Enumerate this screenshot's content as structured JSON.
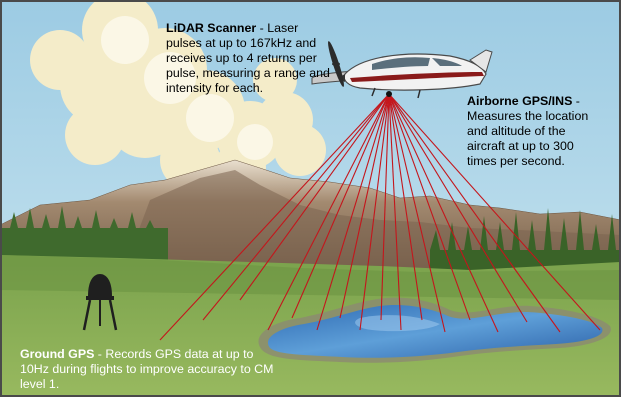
{
  "annotations": {
    "lidar": {
      "title": "LiDAR Scanner",
      "text": " - Laser pulses at up to 167kHz and receives up to 4 returns per pulse, measuring a range and intensity for each."
    },
    "gps_ins": {
      "title": "Airborne GPS/INS",
      "text": " - Measures the location and altitude of the aircraft at up to 300 times per second."
    },
    "ground_gps": {
      "title": "Ground GPS",
      "text": " - Records GPS data at up to 10Hz during flights to improve accuracy to CM level 1."
    }
  },
  "colors": {
    "sky": "#b9dbea",
    "cloud": "#f4ecc9",
    "mountain": "#8a7058",
    "forest": "#3f6a2d",
    "meadow": "#7ca04a",
    "lake": "#3c7bc2",
    "laser": "#c4161c",
    "outline": "#4a4a4a"
  }
}
